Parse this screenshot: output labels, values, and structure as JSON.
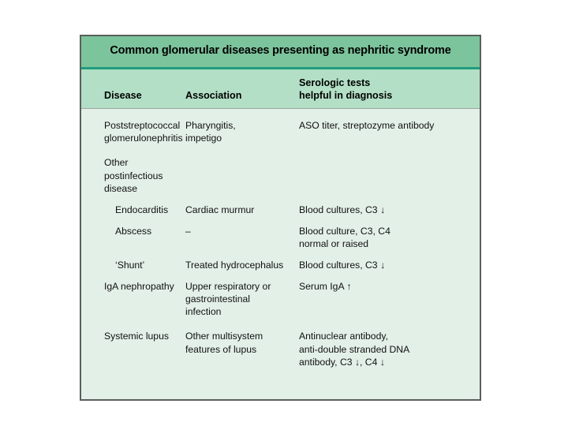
{
  "figure": {
    "title": "Common glomerular diseases presenting as nephritic syndrome",
    "colors": {
      "title_band": "#7cc49c",
      "header_band": "#b2dfc5",
      "body_band": "#e3f0e8",
      "divider": "#1e9d7e",
      "border": "#5a5f5c"
    },
    "columns": [
      {
        "label": "Disease"
      },
      {
        "label": "Association"
      },
      {
        "label": "Serologic tests\nhelpful in diagnosis"
      }
    ],
    "rows": [
      {
        "indent": false,
        "spacing": "none",
        "disease": "Poststreptococcal\nglomerulonephritis",
        "association": "Pharyngitis,\nimpetigo",
        "serologic": "ASO titer, streptozyme antibody"
      },
      {
        "indent": false,
        "spacing": "gap",
        "disease": "Other postinfectious\ndisease",
        "association": "",
        "serologic": ""
      },
      {
        "indent": true,
        "spacing": "tight",
        "disease": "Endocarditis",
        "association": "Cardiac murmur",
        "serologic": "Blood cultures, C3 ↓"
      },
      {
        "indent": true,
        "spacing": "tight",
        "disease": "Abscess",
        "association": "–",
        "serologic": "Blood culture, C3, C4\nnormal or raised"
      },
      {
        "indent": true,
        "spacing": "tight",
        "disease": "‘Shunt’",
        "association": "Treated hydrocephalus",
        "serologic": "Blood cultures, C3 ↓"
      },
      {
        "indent": false,
        "spacing": "tight",
        "disease": "IgA nephropathy",
        "association": "Upper respiratory or\ngastrointestinal\ninfection",
        "serologic": "Serum IgA ↑"
      },
      {
        "indent": false,
        "spacing": "gap",
        "disease": "Systemic lupus",
        "association": "Other multisystem\nfeatures of lupus",
        "serologic": "Antinuclear antibody,\nanti-double stranded DNA\nantibody, C3 ↓, C4 ↓"
      }
    ]
  }
}
